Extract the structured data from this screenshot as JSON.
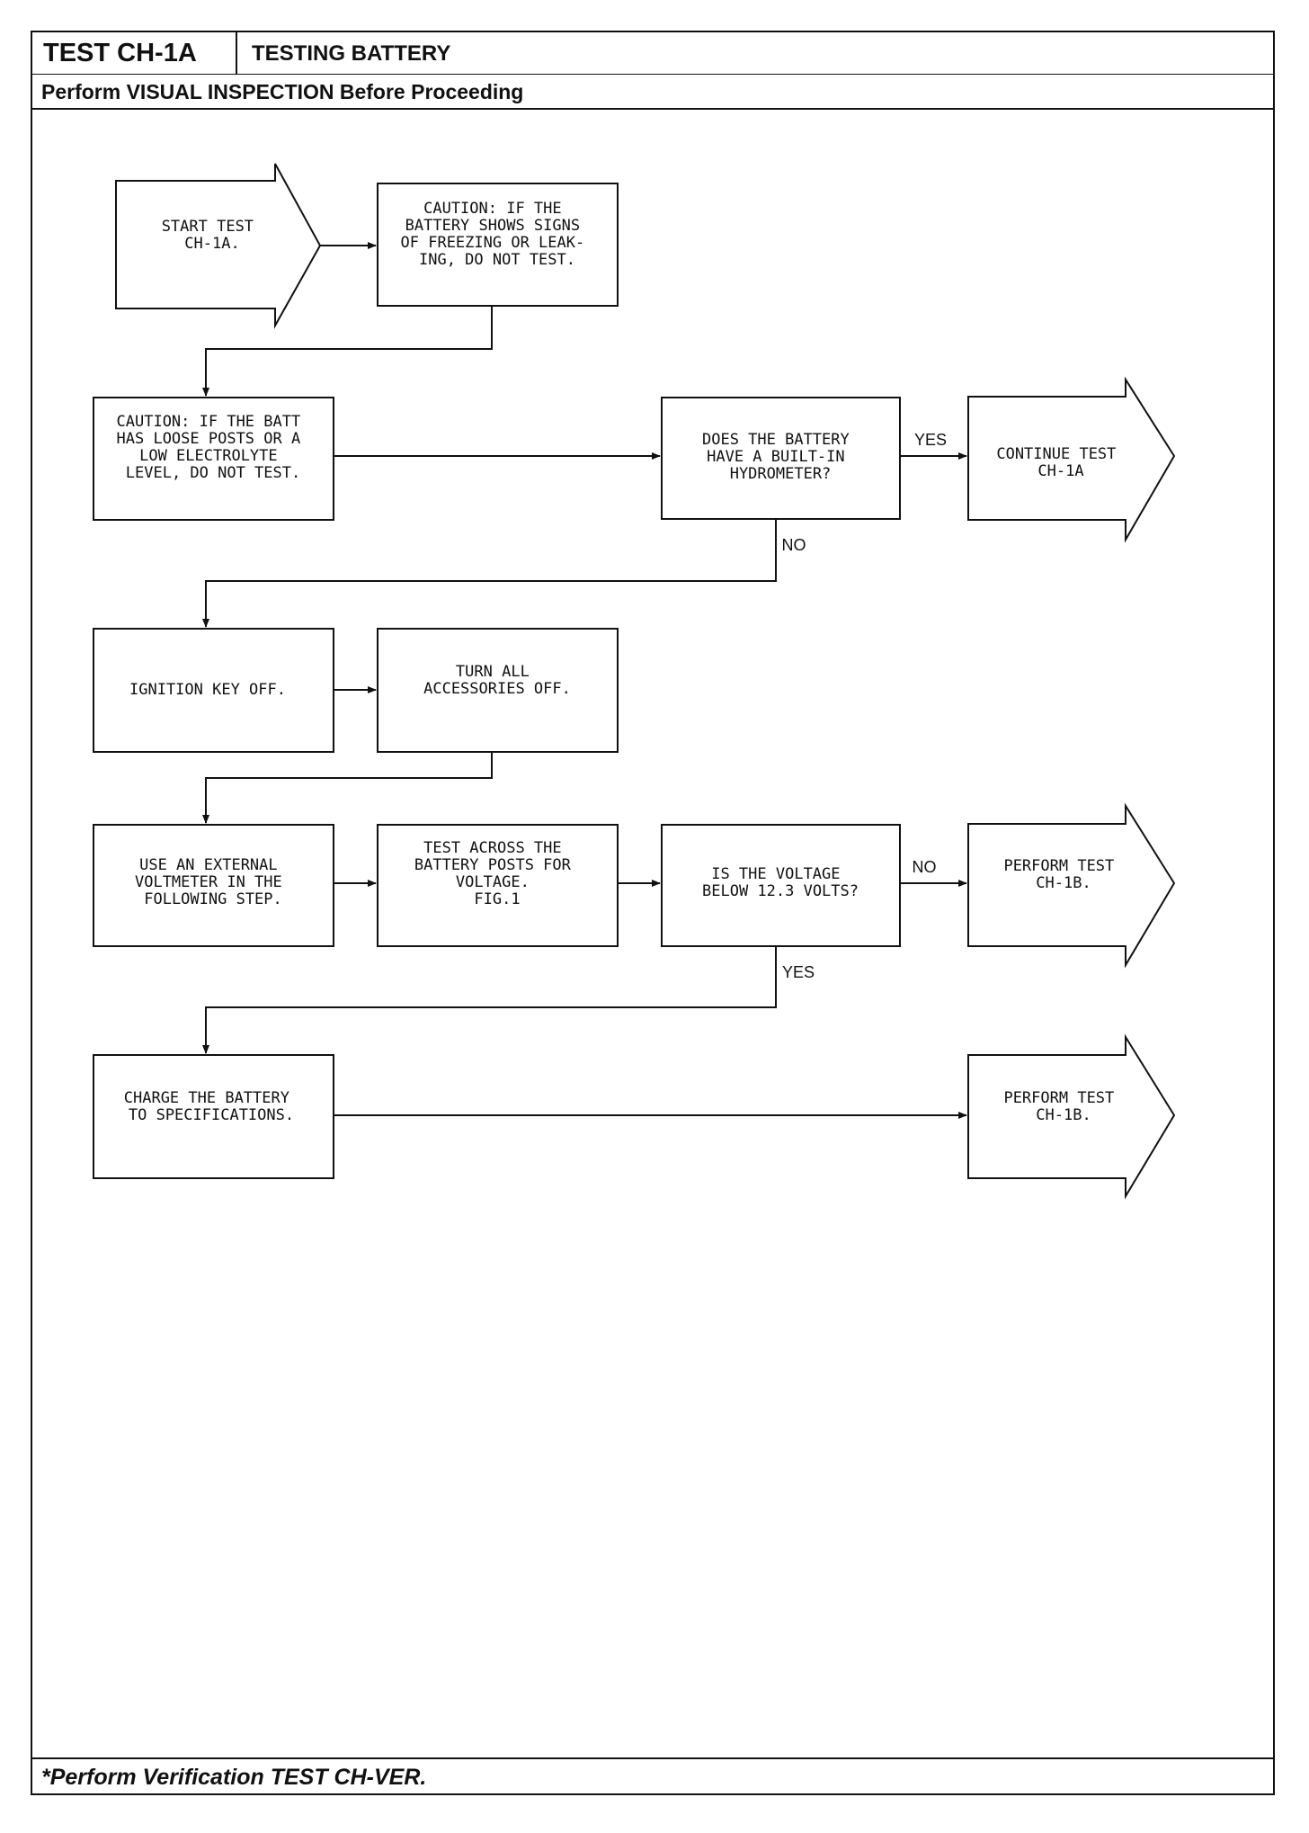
{
  "header": {
    "test_id": "TEST CH-1A",
    "title": "TESTING BATTERY",
    "subtitle": "Perform VISUAL INSPECTION Before Proceeding"
  },
  "footer": {
    "text": "*Perform Verification TEST CH-VER."
  },
  "flowchart": {
    "start": [
      "START TEST",
      "CH-1A."
    ],
    "caution_freezing": [
      "CAUTION: IF THE",
      "BATTERY SHOWS SIGNS",
      "OF FREEZING OR LEAK-",
      "ING, DO NOT TEST."
    ],
    "caution_posts": [
      "CAUTION: IF THE BATT",
      "HAS LOOSE POSTS OR A",
      "LOW ELECTROLYTE",
      "LEVEL, DO NOT TEST."
    ],
    "q_hydrometer": [
      "DOES THE BATTERY",
      "HAVE A BUILT-IN",
      "HYDROMETER?"
    ],
    "continue_test": [
      "CONTINUE TEST",
      "CH-1A"
    ],
    "ignition_off": [
      "IGNITION KEY OFF."
    ],
    "accessories_off": [
      "TURN ALL",
      "ACCESSORIES OFF."
    ],
    "use_voltmeter": [
      "USE AN EXTERNAL",
      "VOLTMETER IN THE",
      "FOLLOWING STEP."
    ],
    "test_posts": [
      "TEST ACROSS THE",
      "BATTERY POSTS FOR",
      "VOLTAGE.",
      "",
      "FIG.1"
    ],
    "q_voltage": [
      "IS THE VOLTAGE",
      "BELOW 12.3 VOLTS?"
    ],
    "perform_1b_a": [
      "PERFORM TEST",
      "CH-1B."
    ],
    "charge_battery": [
      "CHARGE THE BATTERY",
      "TO SPECIFICATIONS."
    ],
    "perform_1b_b": [
      "PERFORM TEST",
      "CH-1B."
    ],
    "label_yes": "YES",
    "label_no": "NO"
  }
}
